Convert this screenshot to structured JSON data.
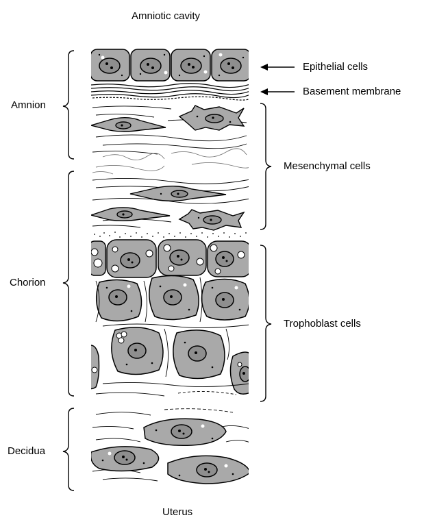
{
  "title": "Amniotic cavity",
  "bottom_label": "Uterus",
  "layers": {
    "amnion": "Amnion",
    "chorion": "Chorion",
    "decidua": "Decidua"
  },
  "annotations": {
    "epithelial": "Epithelial cells",
    "basement": "Basement membrane",
    "mesenchymal": "Mesenchymal cells",
    "trophoblast": "Trophoblast cells"
  },
  "colors": {
    "cell_fill": "#a9a9a9",
    "nucleus_fill": "#8e8e8e",
    "outline": "#000000"
  }
}
